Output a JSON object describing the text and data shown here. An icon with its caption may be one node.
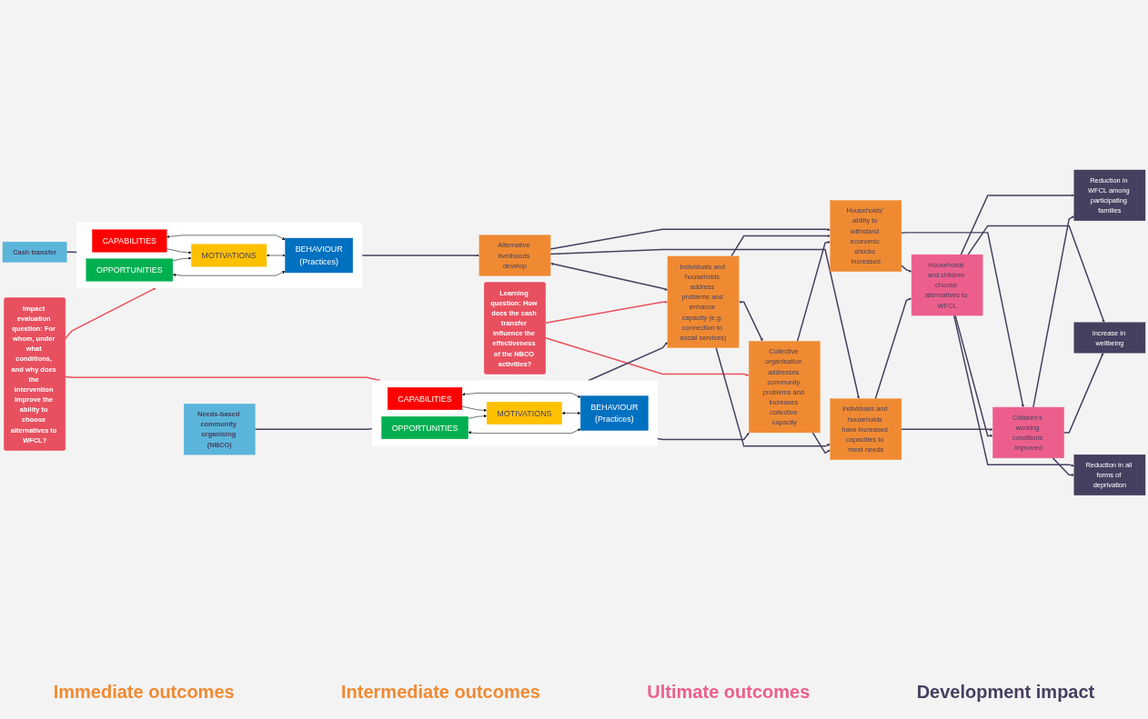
{
  "diagram": {
    "nodes": [
      {
        "text": [
          "Cash transfer"
        ]
      },
      {
        "text": [],
        "shape": "box"
      },
      {
        "text": [
          "CAPABILITIES"
        ],
        "in": 1
      },
      {
        "text": [
          "MOTIVATIONS"
        ],
        "in": 1
      },
      {
        "text": [
          "OPPORTUNITIES"
        ],
        "in": 1
      },
      {
        "text": [
          "BEHAVIOUR",
          "(Practices)"
        ],
        "in": 1
      },
      {
        "text": [
          "Impact evaluation question: For whom, under what conditions, and why does the intervention improve the ability to choose alternatives to WFCL?"
        ]
      },
      {
        "text": [
          "Needs-based community organising (NBCO)"
        ]
      },
      {
        "text": [],
        "shape": "box"
      },
      {
        "text": [
          "CAPABILITIES"
        ],
        "in": 8
      },
      {
        "text": [
          "MOTIVATIONS"
        ],
        "in": 8
      },
      {
        "text": [
          "OPPORTUNITIES"
        ],
        "in": 8
      },
      {
        "text": [
          "BEHAVIOUR",
          "(Practices)"
        ],
        "in": 8
      },
      {
        "text": [
          "Alternative livelihoods develop"
        ]
      },
      {
        "text": [
          "Individuals and households address problems and enhance capacity (e.g. connection to social services)"
        ]
      },
      {
        "text": [
          "Collective organisation addresses community problems and increases collective capacity"
        ]
      },
      {
        "text": [
          "Learning question: How does the cash transfer influence the effectiveness of the NBCO activities?"
        ]
      },
      {
        "text": [
          "Households’ ability to withstand economic shocks increased"
        ]
      },
      {
        "text": [
          "Individuals and households have increased capacities to meet needs"
        ]
      },
      {
        "text": [
          "Households and children choose alternatives to WFCL"
        ]
      },
      {
        "text": [
          "Children’s working conditions improved"
        ]
      },
      {
        "text": [
          "Reduction in WFCL among participating families"
        ]
      },
      {
        "text": [
          "Increase in wellbeing"
        ]
      },
      {
        "text": [
          "Reduction in all forms of deprivation"
        ]
      }
    ],
    "edges": [
      {
        "from": 0,
        "to": 1,
        "arrow": "none"
      },
      {
        "from": 1,
        "to": 13,
        "arrow": "to"
      },
      {
        "from": 2,
        "to": 3,
        "arrow": "to",
        "color": "#000000"
      },
      {
        "from": 4,
        "to": 3,
        "arrow": "to",
        "color": "#000000"
      },
      {
        "from": 2,
        "to": 5,
        "arrow": "both",
        "color": "#000000"
      },
      {
        "from": 3,
        "to": 5,
        "arrow": "both",
        "color": "#000000"
      },
      {
        "from": 4,
        "to": 5,
        "arrow": "both",
        "color": "#000000"
      },
      {
        "from": 6,
        "to": 1,
        "arrow": "to",
        "color": "#e8505f"
      },
      {
        "from": 6,
        "to": 8,
        "arrow": "to",
        "color": "#e8505f"
      },
      {
        "from": 7,
        "to": 8,
        "arrow": "none"
      },
      {
        "from": 8,
        "to": 14,
        "arrow": "to"
      },
      {
        "from": 8,
        "to": 15,
        "arrow": "to"
      },
      {
        "from": 9,
        "to": 10,
        "arrow": "to",
        "color": "#000000"
      },
      {
        "from": 11,
        "to": 10,
        "arrow": "to",
        "color": "#000000"
      },
      {
        "from": 9,
        "to": 12,
        "arrow": "both",
        "color": "#000000"
      },
      {
        "from": 10,
        "to": 12,
        "arrow": "both",
        "color": "#000000"
      },
      {
        "from": 11,
        "to": 12,
        "arrow": "both",
        "color": "#000000"
      },
      {
        "from": 13,
        "to": 14,
        "arrow": "both"
      },
      {
        "from": 14,
        "to": 15,
        "arrow": "both"
      },
      {
        "from": 16,
        "to": 14,
        "arrow": "to",
        "color": "#e8505f"
      },
      {
        "from": 16,
        "to": 15,
        "arrow": "to",
        "color": "#e8505f"
      },
      {
        "from": 13,
        "to": 17,
        "arrow": "to"
      },
      {
        "from": 13,
        "to": 18,
        "arrow": "to"
      },
      {
        "from": 14,
        "to": 17,
        "arrow": "to"
      },
      {
        "from": 14,
        "to": 18,
        "arrow": "to"
      },
      {
        "from": 15,
        "to": 17,
        "arrow": "to"
      },
      {
        "from": 15,
        "to": 18,
        "arrow": "to"
      },
      {
        "from": 17,
        "to": 19,
        "arrow": "to"
      },
      {
        "from": 17,
        "to": 20,
        "arrow": "to"
      },
      {
        "from": 18,
        "to": 19,
        "arrow": "to"
      },
      {
        "from": 18,
        "to": 20,
        "arrow": "to"
      },
      {
        "from": 19,
        "to": 20,
        "arrow": "to"
      },
      {
        "from": 19,
        "to": 21,
        "arrow": "to"
      },
      {
        "from": 19,
        "to": 22,
        "arrow": "to"
      },
      {
        "from": 19,
        "to": 23,
        "arrow": "to"
      },
      {
        "from": 20,
        "to": 21,
        "arrow": "to"
      },
      {
        "from": 20,
        "to": 22,
        "arrow": "to"
      },
      {
        "from": 20,
        "to": 23,
        "arrow": "to"
      }
    ],
    "labels": [
      "Immediate outcomes",
      "Intermediate outcomes",
      "Ultimate outcomes",
      "Development impact"
    ]
  }
}
